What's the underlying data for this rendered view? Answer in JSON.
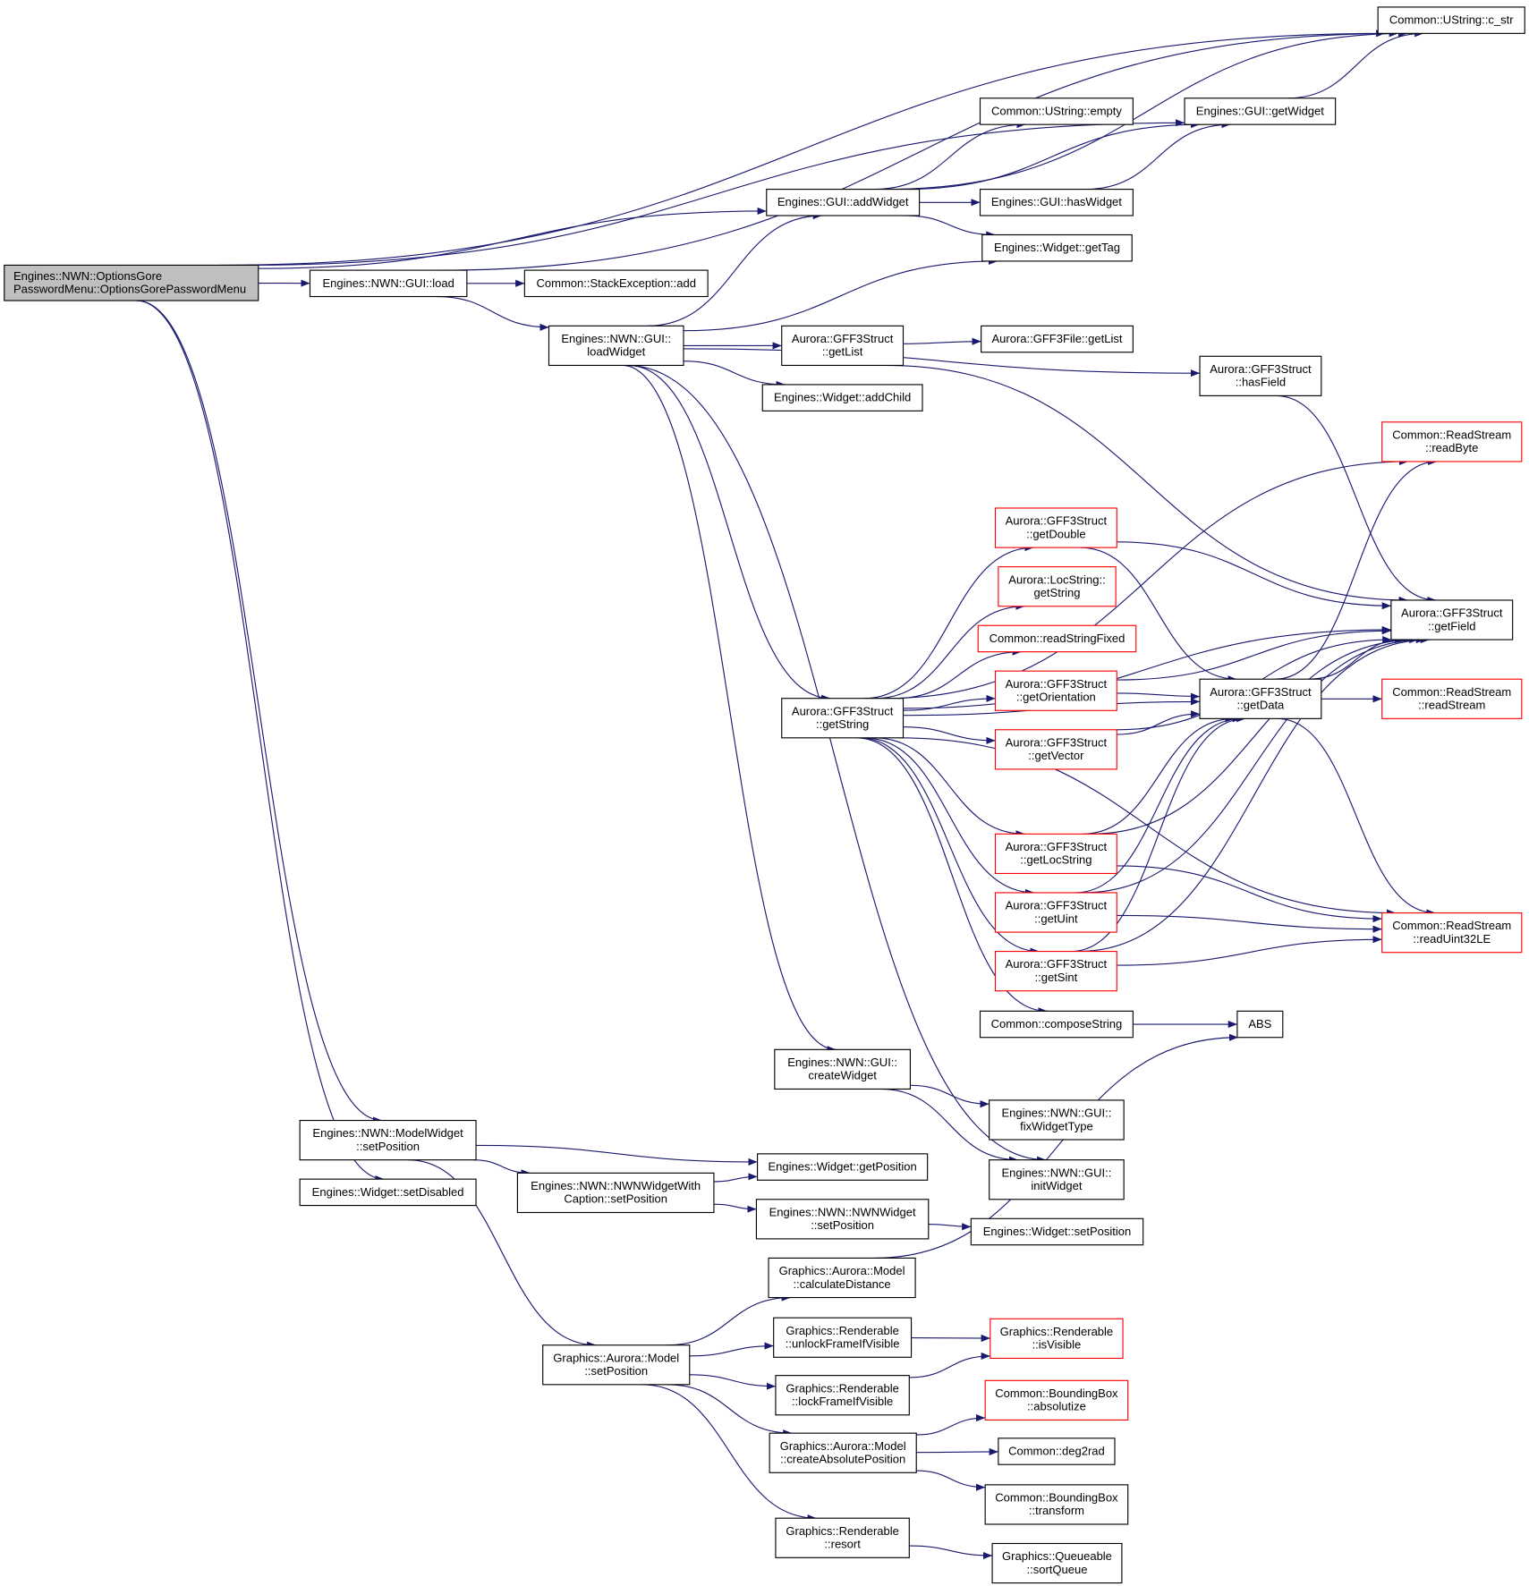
{
  "colors": {
    "edge": "#191970",
    "node_border": "#000000",
    "node_border_incomplete": "#ff0000",
    "root_fill": "#bfbfbf",
    "node_fill": "#ffffff"
  },
  "nodes": [
    {
      "id": "root",
      "lines": [
        "Engines::NWN::OptionsGore",
        "PasswordMenu::OptionsGorePasswordMenu"
      ],
      "red": false,
      "root": true
    },
    {
      "id": "c_str",
      "lines": [
        "Common::UString::c_str"
      ],
      "red": false
    },
    {
      "id": "getWidget",
      "lines": [
        "Engines::GUI::getWidget"
      ],
      "red": false
    },
    {
      "id": "empty",
      "lines": [
        "Common::UString::empty"
      ],
      "red": false
    },
    {
      "id": "addWidget",
      "lines": [
        "Engines::GUI::addWidget"
      ],
      "red": false
    },
    {
      "id": "hasWidget",
      "lines": [
        "Engines::GUI::hasWidget"
      ],
      "red": false
    },
    {
      "id": "getTag",
      "lines": [
        "Engines::Widget::getTag"
      ],
      "red": false
    },
    {
      "id": "load",
      "lines": [
        "Engines::NWN::GUI::load"
      ],
      "red": false
    },
    {
      "id": "seAdd",
      "lines": [
        "Common::StackException::add"
      ],
      "red": false
    },
    {
      "id": "loadWidget",
      "lines": [
        "Engines::NWN::GUI::",
        "loadWidget"
      ],
      "red": false
    },
    {
      "id": "getList",
      "lines": [
        "Aurora::GFF3Struct",
        "::getList"
      ],
      "red": false
    },
    {
      "id": "fileGetList",
      "lines": [
        "Aurora::GFF3File::getList"
      ],
      "red": false
    },
    {
      "id": "hasField",
      "lines": [
        "Aurora::GFF3Struct",
        "::hasField"
      ],
      "red": false
    },
    {
      "id": "addChild",
      "lines": [
        "Engines::Widget::addChild"
      ],
      "red": false
    },
    {
      "id": "readByte",
      "lines": [
        "Common::ReadStream",
        "::readByte"
      ],
      "red": true
    },
    {
      "id": "getDouble",
      "lines": [
        "Aurora::GFF3Struct",
        "::getDouble"
      ],
      "red": true
    },
    {
      "id": "locGetString",
      "lines": [
        "Aurora::LocString::",
        "getString"
      ],
      "red": true
    },
    {
      "id": "readStringFixed",
      "lines": [
        "Common::readStringFixed"
      ],
      "red": true
    },
    {
      "id": "getField",
      "lines": [
        "Aurora::GFF3Struct",
        "::getField"
      ],
      "red": false
    },
    {
      "id": "getOrientation",
      "lines": [
        "Aurora::GFF3Struct",
        "::getOrientation"
      ],
      "red": true
    },
    {
      "id": "getData",
      "lines": [
        "Aurora::GFF3Struct",
        "::getData"
      ],
      "red": false
    },
    {
      "id": "readStream",
      "lines": [
        "Common::ReadStream",
        "::readStream"
      ],
      "red": true
    },
    {
      "id": "getString",
      "lines": [
        "Aurora::GFF3Struct",
        "::getString"
      ],
      "red": false
    },
    {
      "id": "getVector",
      "lines": [
        "Aurora::GFF3Struct",
        "::getVector"
      ],
      "red": true
    },
    {
      "id": "getLocString",
      "lines": [
        "Aurora::GFF3Struct",
        "::getLocString"
      ],
      "red": true
    },
    {
      "id": "getUint",
      "lines": [
        "Aurora::GFF3Struct",
        "::getUint"
      ],
      "red": true
    },
    {
      "id": "readUint32LE",
      "lines": [
        "Common::ReadStream",
        "::readUint32LE"
      ],
      "red": true
    },
    {
      "id": "getSint",
      "lines": [
        "Aurora::GFF3Struct",
        "::getSint"
      ],
      "red": true
    },
    {
      "id": "composeString",
      "lines": [
        "Common::composeString"
      ],
      "red": false
    },
    {
      "id": "ABS",
      "lines": [
        "ABS"
      ],
      "red": false
    },
    {
      "id": "createWidget",
      "lines": [
        "Engines::NWN::GUI::",
        "createWidget"
      ],
      "red": false
    },
    {
      "id": "fixWidgetType",
      "lines": [
        "Engines::NWN::GUI::",
        "fixWidgetType"
      ],
      "red": false
    },
    {
      "id": "mwSetPosition",
      "lines": [
        "Engines::NWN::ModelWidget",
        "::setPosition"
      ],
      "red": false
    },
    {
      "id": "getPosition",
      "lines": [
        "Engines::Widget::getPosition"
      ],
      "red": false
    },
    {
      "id": "initWidget",
      "lines": [
        "Engines::NWN::GUI::",
        "initWidget"
      ],
      "red": false
    },
    {
      "id": "setDisabled",
      "lines": [
        "Engines::Widget::setDisabled"
      ],
      "red": false
    },
    {
      "id": "wcSetPosition",
      "lines": [
        "Engines::NWN::NWNWidgetWith",
        "Caption::setPosition"
      ],
      "red": false
    },
    {
      "id": "nwSetPosition",
      "lines": [
        "Engines::NWN::NWNWidget",
        "::setPosition"
      ],
      "red": false
    },
    {
      "id": "wSetPosition",
      "lines": [
        "Engines::Widget::setPosition"
      ],
      "red": false
    },
    {
      "id": "calcDistance",
      "lines": [
        "Graphics::Aurora::Model",
        "::calculateDistance"
      ],
      "red": false
    },
    {
      "id": "isVisible",
      "lines": [
        "Graphics::Renderable",
        "::isVisible"
      ],
      "red": true
    },
    {
      "id": "unlockFrame",
      "lines": [
        "Graphics::Renderable",
        "::unlockFrameIfVisible"
      ],
      "red": false
    },
    {
      "id": "modelSetPosition",
      "lines": [
        "Graphics::Aurora::Model",
        "::setPosition"
      ],
      "red": false
    },
    {
      "id": "lockFrame",
      "lines": [
        "Graphics::Renderable",
        "::lockFrameIfVisible"
      ],
      "red": false
    },
    {
      "id": "absolutize",
      "lines": [
        "Common::BoundingBox",
        "::absolutize"
      ],
      "red": true
    },
    {
      "id": "deg2rad",
      "lines": [
        "Common::deg2rad"
      ],
      "red": false
    },
    {
      "id": "createAbsPos",
      "lines": [
        "Graphics::Aurora::Model",
        "::createAbsolutePosition"
      ],
      "red": false
    },
    {
      "id": "transform",
      "lines": [
        "Common::BoundingBox",
        "::transform"
      ],
      "red": false
    },
    {
      "id": "resort",
      "lines": [
        "Graphics::Renderable",
        "::resort"
      ],
      "red": false
    },
    {
      "id": "sortQueue",
      "lines": [
        "Graphics::Queueable",
        "::sortQueue"
      ],
      "red": false
    }
  ],
  "edges": [
    [
      "root",
      "c_str"
    ],
    [
      "root",
      "getWidget"
    ],
    [
      "root",
      "addWidget"
    ],
    [
      "root",
      "load"
    ],
    [
      "root",
      "mwSetPosition"
    ],
    [
      "root",
      "setDisabled"
    ],
    [
      "load",
      "c_str"
    ],
    [
      "load",
      "seAdd"
    ],
    [
      "load",
      "loadWidget"
    ],
    [
      "addWidget",
      "c_str"
    ],
    [
      "addWidget",
      "empty"
    ],
    [
      "addWidget",
      "getWidget"
    ],
    [
      "addWidget",
      "hasWidget"
    ],
    [
      "addWidget",
      "getTag"
    ],
    [
      "getWidget",
      "c_str"
    ],
    [
      "hasWidget",
      "getWidget"
    ],
    [
      "loadWidget",
      "addWidget"
    ],
    [
      "loadWidget",
      "getTag"
    ],
    [
      "loadWidget",
      "hasField"
    ],
    [
      "loadWidget",
      "getList"
    ],
    [
      "loadWidget",
      "addChild"
    ],
    [
      "loadWidget",
      "getString"
    ],
    [
      "loadWidget",
      "createWidget"
    ],
    [
      "loadWidget",
      "initWidget"
    ],
    [
      "getList",
      "fileGetList"
    ],
    [
      "getList",
      "getField"
    ],
    [
      "hasField",
      "getField"
    ],
    [
      "getString",
      "readByte"
    ],
    [
      "getString",
      "getField"
    ],
    [
      "getString",
      "getDouble"
    ],
    [
      "getString",
      "locGetString"
    ],
    [
      "getString",
      "readStringFixed"
    ],
    [
      "getString",
      "getOrientation"
    ],
    [
      "getString",
      "getVector"
    ],
    [
      "getString",
      "getData"
    ],
    [
      "getString",
      "getLocString"
    ],
    [
      "getString",
      "getUint"
    ],
    [
      "getString",
      "getSint"
    ],
    [
      "getString",
      "composeString"
    ],
    [
      "getString",
      "readUint32LE"
    ],
    [
      "getDouble",
      "getField"
    ],
    [
      "getDouble",
      "getData"
    ],
    [
      "getOrientation",
      "getField"
    ],
    [
      "getOrientation",
      "getData"
    ],
    [
      "getVector",
      "getField"
    ],
    [
      "getVector",
      "getData"
    ],
    [
      "getData",
      "readByte"
    ],
    [
      "getData",
      "getField"
    ],
    [
      "getData",
      "readStream"
    ],
    [
      "getData",
      "readUint32LE"
    ],
    [
      "getLocString",
      "getData"
    ],
    [
      "getLocString",
      "getField"
    ],
    [
      "getLocString",
      "readUint32LE"
    ],
    [
      "getUint",
      "getData"
    ],
    [
      "getUint",
      "getField"
    ],
    [
      "getUint",
      "readUint32LE"
    ],
    [
      "getSint",
      "getData"
    ],
    [
      "getSint",
      "getField"
    ],
    [
      "getSint",
      "readUint32LE"
    ],
    [
      "composeString",
      "ABS"
    ],
    [
      "createWidget",
      "fixWidgetType"
    ],
    [
      "createWidget",
      "initWidget"
    ],
    [
      "mwSetPosition",
      "getPosition"
    ],
    [
      "mwSetPosition",
      "wcSetPosition"
    ],
    [
      "mwSetPosition",
      "modelSetPosition"
    ],
    [
      "wcSetPosition",
      "getPosition"
    ],
    [
      "wcSetPosition",
      "nwSetPosition"
    ],
    [
      "nwSetPosition",
      "wSetPosition"
    ],
    [
      "modelSetPosition",
      "calcDistance"
    ],
    [
      "modelSetPosition",
      "unlockFrame"
    ],
    [
      "modelSetPosition",
      "lockFrame"
    ],
    [
      "modelSetPosition",
      "createAbsPos"
    ],
    [
      "modelSetPosition",
      "resort"
    ],
    [
      "calcDistance",
      "ABS"
    ],
    [
      "unlockFrame",
      "isVisible"
    ],
    [
      "lockFrame",
      "isVisible"
    ],
    [
      "createAbsPos",
      "absolutize"
    ],
    [
      "createAbsPos",
      "deg2rad"
    ],
    [
      "createAbsPos",
      "transform"
    ],
    [
      "resort",
      "sortQueue"
    ]
  ]
}
